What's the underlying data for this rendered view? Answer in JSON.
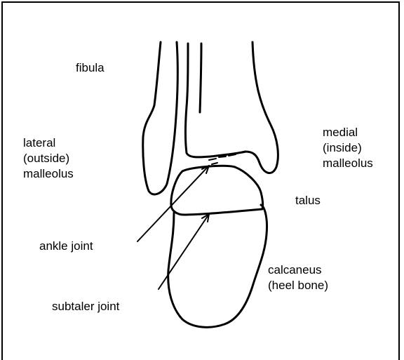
{
  "diagram": {
    "labels": {
      "fibula": "fibula",
      "lateral_malleolus": "lateral\n(outside)\nmalleolus",
      "medial_malleolus": "medial\n(inside)\nmalleolus",
      "talus": "talus",
      "ankle_joint": "ankle joint",
      "calcaneus": "calcaneus\n(heel bone)",
      "subtalar_joint": "subtaler joint"
    },
    "colors": {
      "line": "#000000",
      "background": "#ffffff"
    }
  }
}
